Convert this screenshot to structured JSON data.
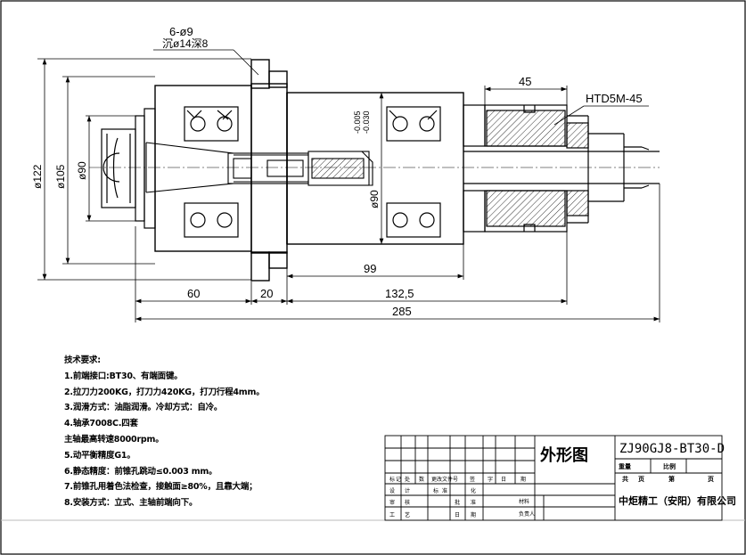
{
  "dimensions": {
    "holes": "6-ø9",
    "counterbore": "沉ø14深8",
    "d122": "ø122",
    "d105": "ø105",
    "d90": "ø90",
    "d90_tol": "ø90",
    "tol_upper": "-0.005",
    "tol_lower": "-0.030",
    "belt": "HTD5M-45",
    "w45": "45",
    "w99": "99",
    "w60": "60",
    "w20": "20",
    "w1325": "132,5",
    "w285": "285"
  },
  "tech": {
    "title": "技术要求:",
    "items": [
      "1.前端接口:BT30、有端面键。",
      "2.拉刀力200KG，打刀力420KG，打刀行程4mm。",
      "3.润滑方式：油脂润滑。冷却方式：自冷。",
      "4.轴承7008C.四套",
      "主轴最高转速8000rpm。",
      "5.动平衡精度G1。",
      "6.静态精度：前锥孔跳动≤0.003 mm。",
      "7.前锥孔用着色法检查，接触面≥80%，且靠大端；",
      "8.安装方式：立式、主轴前端向下。"
    ]
  },
  "title_block": {
    "drawing_name": "外形图",
    "drawing_no": "ZJ90GJ8-BT30-D",
    "company": "中炬精工（安阳）有限公司",
    "weight": "重量",
    "scale": "比例",
    "total": "共",
    "sheet": "第",
    "page": "页",
    "page2": "页",
    "material": "材料",
    "rev_cols": [
      "标",
      "记",
      "处",
      "数",
      "更改文件号",
      "签",
      "字",
      "日",
      "期"
    ],
    "row_design": [
      "设",
      "计",
      "标",
      "准",
      "化"
    ],
    "row_check": [
      "审",
      "核",
      "批",
      "准"
    ],
    "row_process": [
      "工",
      "艺",
      "日",
      "期"
    ],
    "owner": "负责人"
  }
}
